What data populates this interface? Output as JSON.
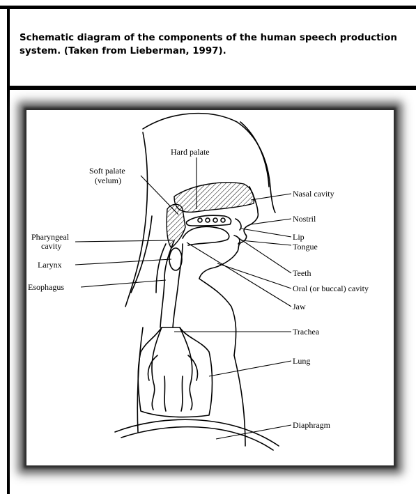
{
  "caption": "Schematic diagram of the components of the human speech production system. (Taken from Lieberman, 1997).",
  "labels": {
    "hard_palate": "Hard palate",
    "soft_palate": "Soft palate",
    "velum": "(velum)",
    "nasal_cavity": "Nasal cavity",
    "nostril": "Nostril",
    "lip": "Lip",
    "tongue": "Tongue",
    "pharyngeal": "Pharyngeal",
    "cavity": "cavity",
    "larynx": "Larynx",
    "esophagus": "Esophagus",
    "teeth": "Teeth",
    "oral_cavity": "Oral (or buccal) cavity",
    "jaw": "Jaw",
    "trachea": "Trachea",
    "lung": "Lung",
    "diaphragm": "Diaphragm"
  }
}
